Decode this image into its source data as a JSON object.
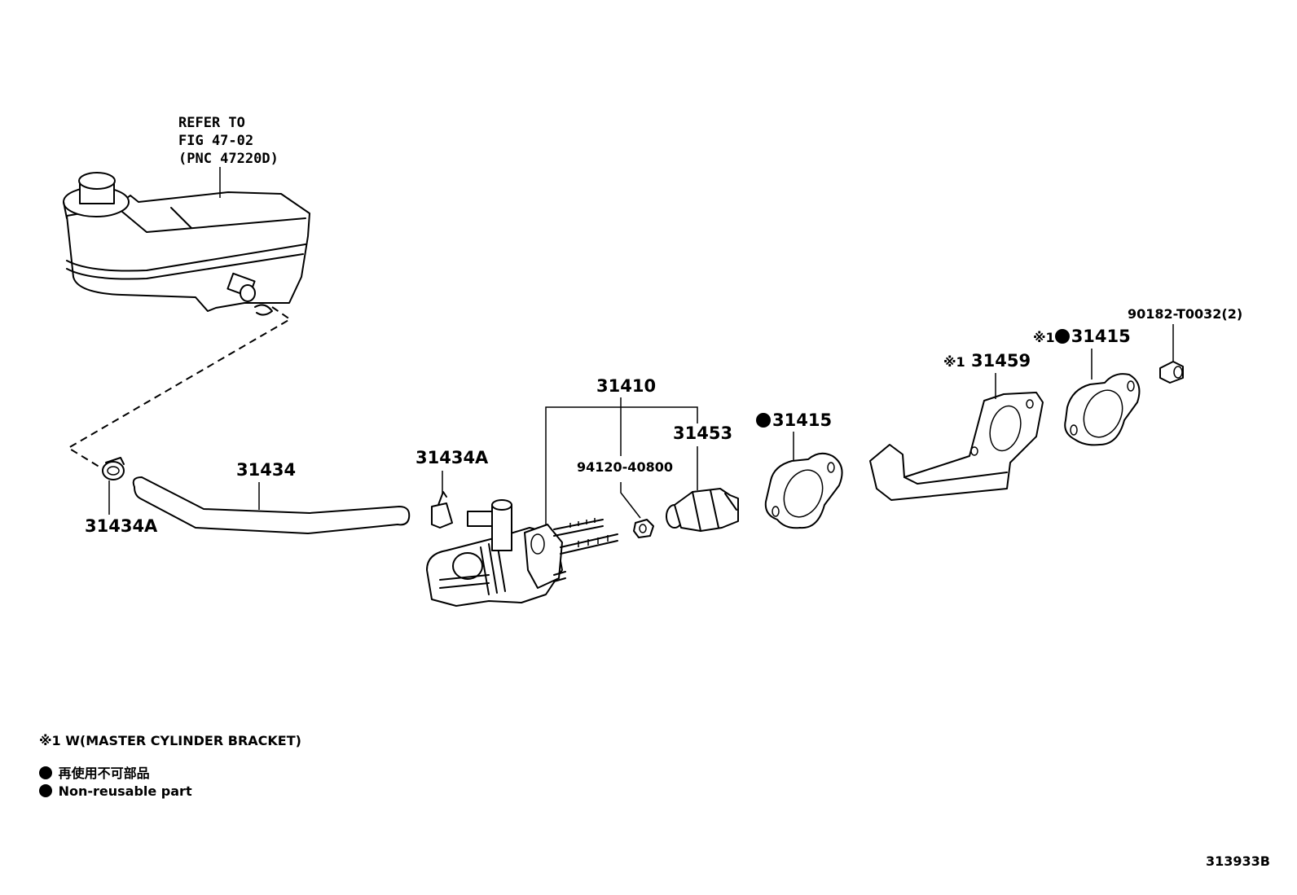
{
  "refer": {
    "line1": "REFER TO",
    "line2": "FIG 47-02",
    "line3": "(PNC 47220D)"
  },
  "callouts": {
    "hose_clamp_a_bottom": "31434A",
    "hose": "31434",
    "hose_clamp_a_top": "31434A",
    "cylinder_assembly": "31410",
    "nut": "94120-40800",
    "push_rod": "31453",
    "gasket_left": "31415",
    "bracket_mark": "※1",
    "bracket": "31459",
    "gasket_right_mark": "※1",
    "gasket_right": "31415",
    "bolt": "90182-T0032(2)"
  },
  "legend": {
    "note1": "※1  W(MASTER CYLINDER BRACKET)",
    "jp": "再使用不可部品",
    "en": "Non-reusable part"
  },
  "figure_code": "313933B"
}
